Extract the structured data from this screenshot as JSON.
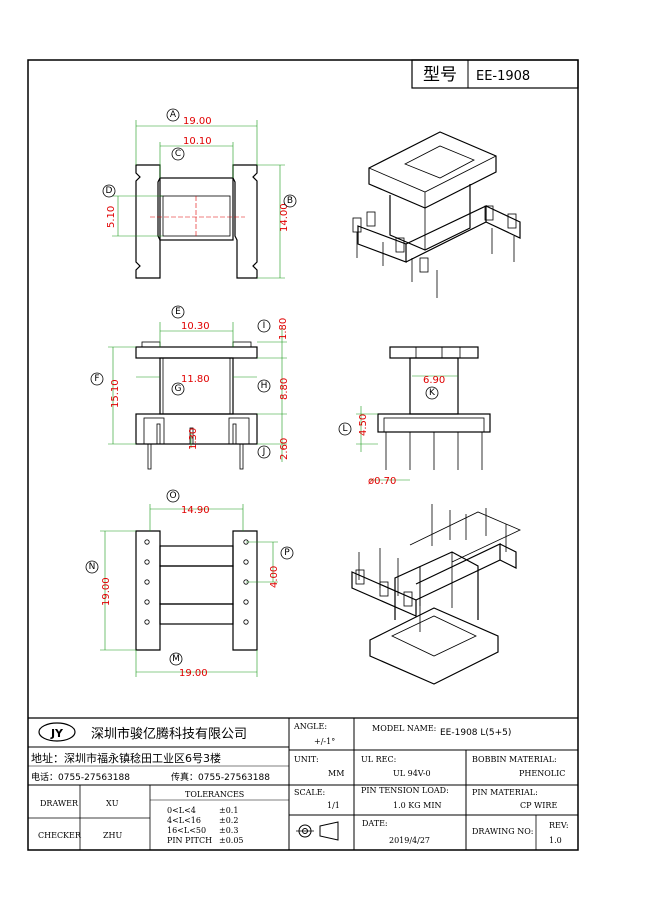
{
  "header": {
    "model_label": "型号",
    "model_value": "EE-1908"
  },
  "dims": {
    "A": "Ⓐ",
    "A_val": "19.00",
    "C_val": "10.10",
    "D_val": "5.10",
    "B_val": "14.00",
    "E_val": "10.30",
    "I_val": "1.80",
    "F_val": "15.10",
    "G_val": "11.80",
    "H_val": "8.80",
    "J1_val": "1.30",
    "J_val": "2.60",
    "K_val": "6.90",
    "L_val": "4.50",
    "pin_dia": "ø0.70",
    "O_val": "14.90",
    "N_val": "19.00",
    "P_val": "4.00",
    "M_val": "19.00"
  },
  "labels": [
    "A",
    "B",
    "C",
    "D",
    "E",
    "F",
    "G",
    "H",
    "I",
    "J",
    "K",
    "L",
    "M",
    "N",
    "O",
    "P"
  ],
  "title_block": {
    "company_logo": "JY",
    "company_name": "深圳市骏亿腾科技有限公司",
    "address": "地址：深圳市福永镇稔田工业区6号3楼",
    "phone": "电话：0755-27563188",
    "fax": "传真：0755-27563188",
    "angle_label": "ANGLE:",
    "angle_value": "+/-1°",
    "model_name_label": "MODEL NAME:",
    "model_name_value": "EE-1908 L(5+5)",
    "unit_label": "UNIT:",
    "unit_value": "MM",
    "ul_rec_label": "UL REC:",
    "ul_rec_value": "UL 94V-0",
    "bobbin_material_label": "BOBBIN MATERIAL:",
    "bobbin_material_value": "PHENOLIC",
    "scale_label": "SCALE:",
    "scale_value": "1/1",
    "pin_tension_label": "PIN TENSION LOAD:",
    "pin_tension_value": "1.0 KG MIN",
    "pin_material_label": "PIN MATERIAL:",
    "pin_material_value": "CP WIRE",
    "drawer_label": "DRAWER",
    "drawer_value": "XU",
    "checker_label": "CHECKER",
    "checker_value": "ZHU",
    "tolerances_label": "TOLERANCES",
    "tol_rows": [
      {
        "range": "0<L<4",
        "tol": "±0.1"
      },
      {
        "range": "4<L<16",
        "tol": "±0.2"
      },
      {
        "range": "16<L<50",
        "tol": "±0.3"
      },
      {
        "range": "PIN PITCH",
        "tol": "±0.05"
      }
    ],
    "date_label": "DATE:",
    "date_value": "2019/4/27",
    "drawing_no_label": "DRAWING NO:",
    "rev_label": "REV:",
    "rev_value": "1.0"
  }
}
